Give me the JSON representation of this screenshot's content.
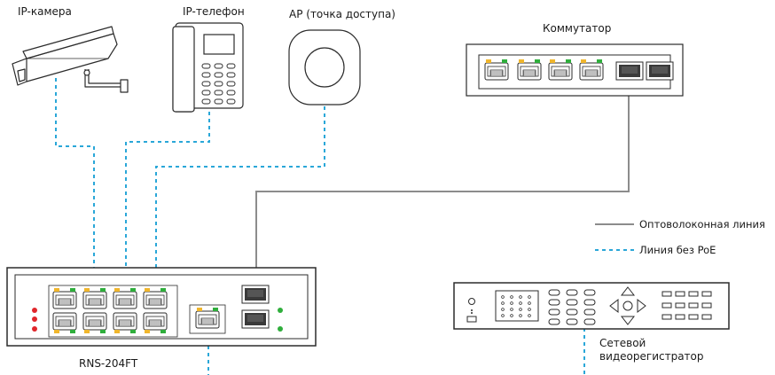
{
  "labels": {
    "ip_camera": "IP-камера",
    "ip_phone": "IP-телефон",
    "access_point": "AP (точка доступа)",
    "switch": "Коммутатор",
    "device_model": "RNS-204FT",
    "dvr_line1": "Сетевой",
    "dvr_line2": "видеорегистратор"
  },
  "legend": {
    "fiber_line": "Оптоволоконная  линия",
    "no_poe_line": "Линия без PoE"
  },
  "colors": {
    "dashed_link": "#2aa7d8",
    "fiber_link": "#8c8c8c",
    "device_stroke": "#2b2b2b",
    "led_red": "#e0262b",
    "led_green": "#2fae3c",
    "led_yellow": "#f0b62c"
  }
}
